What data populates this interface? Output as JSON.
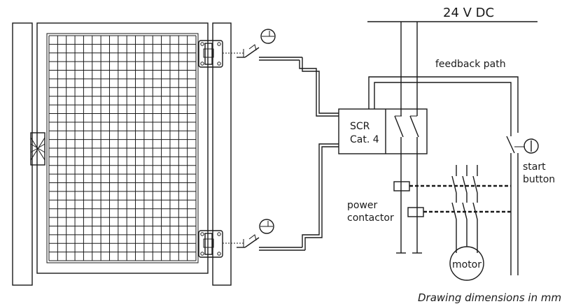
{
  "labels": {
    "supply": "24 V DC",
    "feedback": "feedback path",
    "scr_line1": "SCR",
    "scr_line2": "Cat. 4",
    "start_line1": "start",
    "start_line2": "button",
    "contactor_line1": "power",
    "contactor_line2": "contactor",
    "motor": "motor",
    "footnote": "Drawing dimensions in mm"
  }
}
